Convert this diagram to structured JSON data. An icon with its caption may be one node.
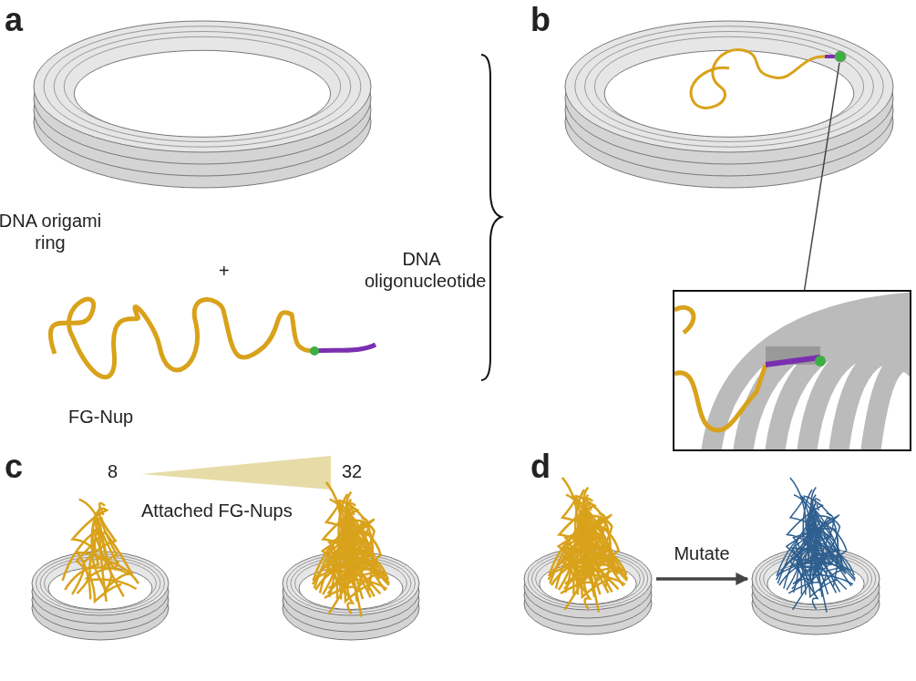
{
  "diagram": {
    "nodes": [
      {
        "text": [],
        "shape": "circle"
      },
      {
        "text": [],
        "shape": "picture"
      },
      {
        "text": [],
        "shape": "picture"
      },
      {
        "text": [],
        "shape": "picture"
      }
    ],
    "edges": [
      {
        "from": 0,
        "to": 1,
        "arrow": "none"
      },
      {
        "from": 2,
        "to": 3,
        "arrow": "to",
        "label": "Mutate",
        "style": "thick"
      }
    ],
    "labels": [
      "a",
      "b",
      "DNA origami ring",
      "+",
      "DNA oligonucleotide",
      "FG-Nup",
      "c",
      "8",
      "32",
      "Attached FG-Nups",
      "d"
    ]
  }
}
